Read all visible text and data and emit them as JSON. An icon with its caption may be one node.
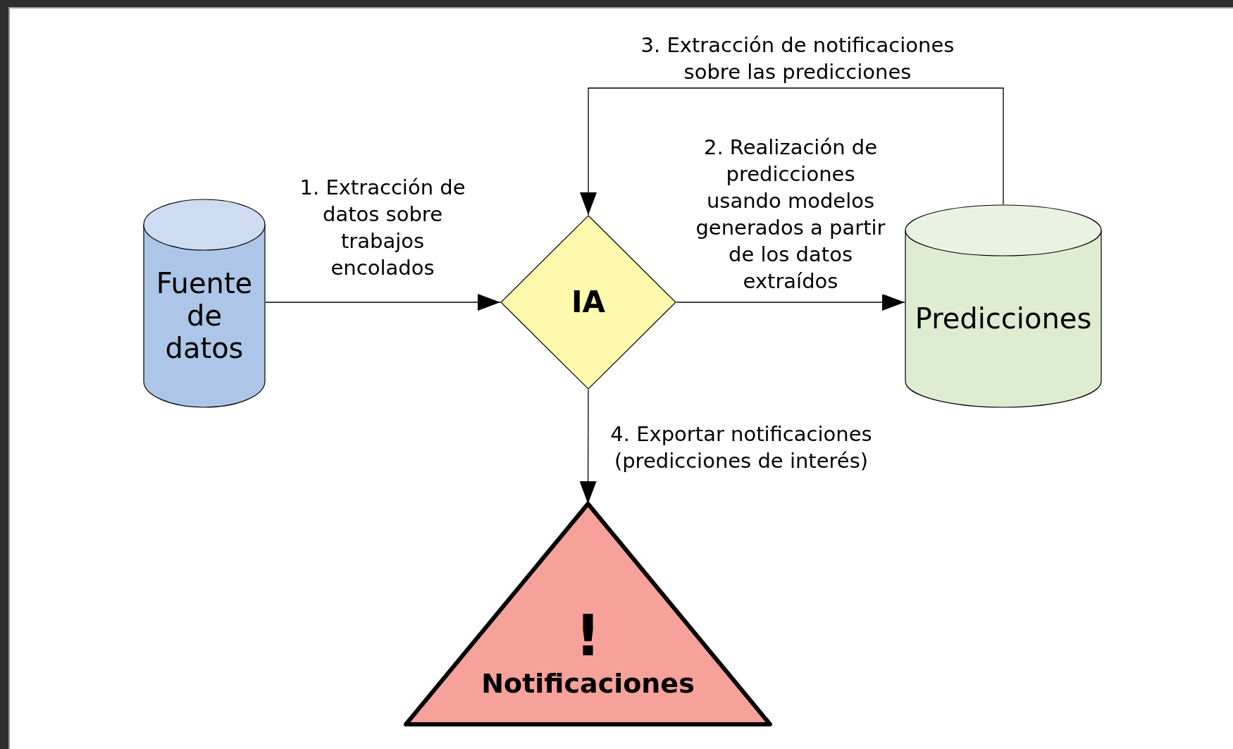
{
  "diagram": {
    "nodes": [
      {
        "text": [
          "Fuente de datos"
        ]
      },
      {
        "text": [
          "IA"
        ]
      },
      {
        "text": [
          "Predicciones"
        ]
      },
      {
        "text": [
          "!",
          "Notificaciones"
        ]
      }
    ],
    "edges": [
      {
        "from": 0,
        "to": 1,
        "arrow": "to",
        "label": "1. Extracción de datos sobre trabajos encolados"
      },
      {
        "from": 1,
        "to": 2,
        "arrow": "to",
        "label": "2. Realización de predicciones usando modelos generados a partir de los datos extraídos"
      },
      {
        "from": 2,
        "to": 1,
        "arrow": "to",
        "label": "3. Extracción de notificaciones sobre las predicciones"
      },
      {
        "from": 1,
        "to": 3,
        "arrow": "to",
        "label": "4. Exportar notificaciones (predicciones de interés)"
      }
    ]
  }
}
